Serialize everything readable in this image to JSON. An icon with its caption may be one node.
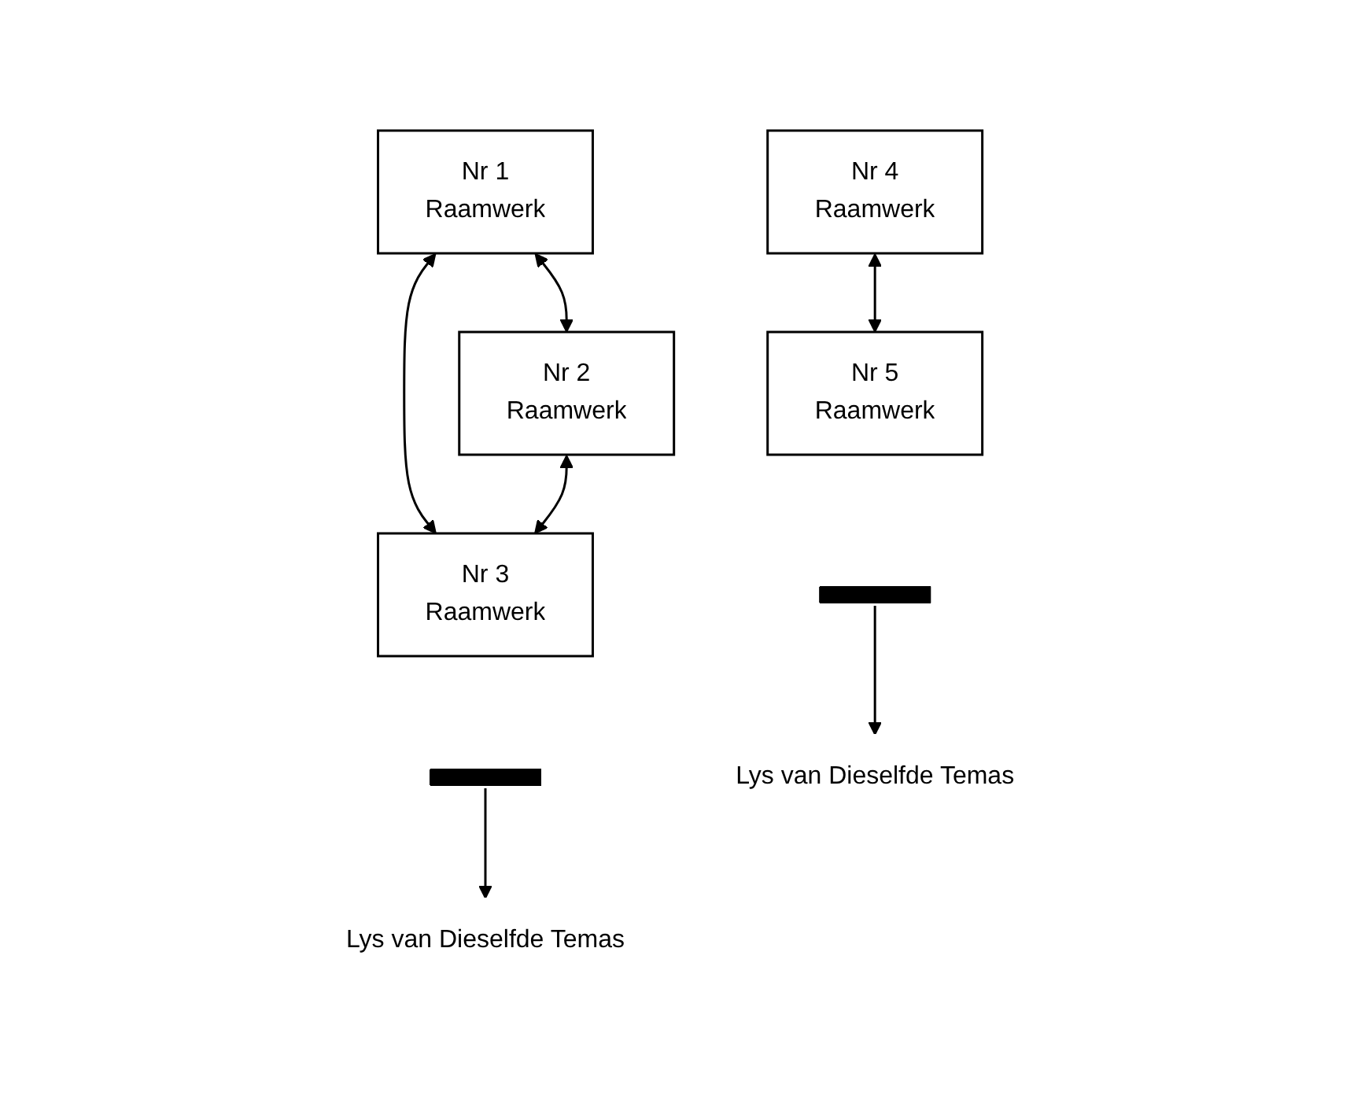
{
  "diagram": {
    "nodes": [
      {
        "text": [
          "Nr 1",
          "Raamwerk"
        ]
      },
      {
        "text": [
          "Nr 2",
          "Raamwerk"
        ]
      },
      {
        "text": [
          "Nr 3",
          "Raamwerk"
        ]
      },
      {
        "text": [
          "Nr 4",
          "Raamwerk"
        ]
      },
      {
        "text": [
          "Nr 5",
          "Raamwerk"
        ]
      },
      {
        "text": [],
        "shape": "bracket"
      },
      {
        "text": [],
        "shape": "bracket"
      },
      {
        "text": [
          "Lys van Dieselfde Temas"
        ]
      },
      {
        "text": [
          "Lys van Dieselfde Temas"
        ]
      }
    ],
    "edges": [
      {
        "from": 0,
        "to": 2,
        "arrow": "both"
      },
      {
        "from": 0,
        "to": 1,
        "arrow": "both"
      },
      {
        "from": 1,
        "to": 2,
        "arrow": "both"
      },
      {
        "from": 3,
        "to": 4,
        "arrow": "both"
      },
      {
        "from": 5,
        "to": 7,
        "arrow": "to"
      },
      {
        "from": 6,
        "to": 8,
        "arrow": "to"
      }
    ]
  }
}
